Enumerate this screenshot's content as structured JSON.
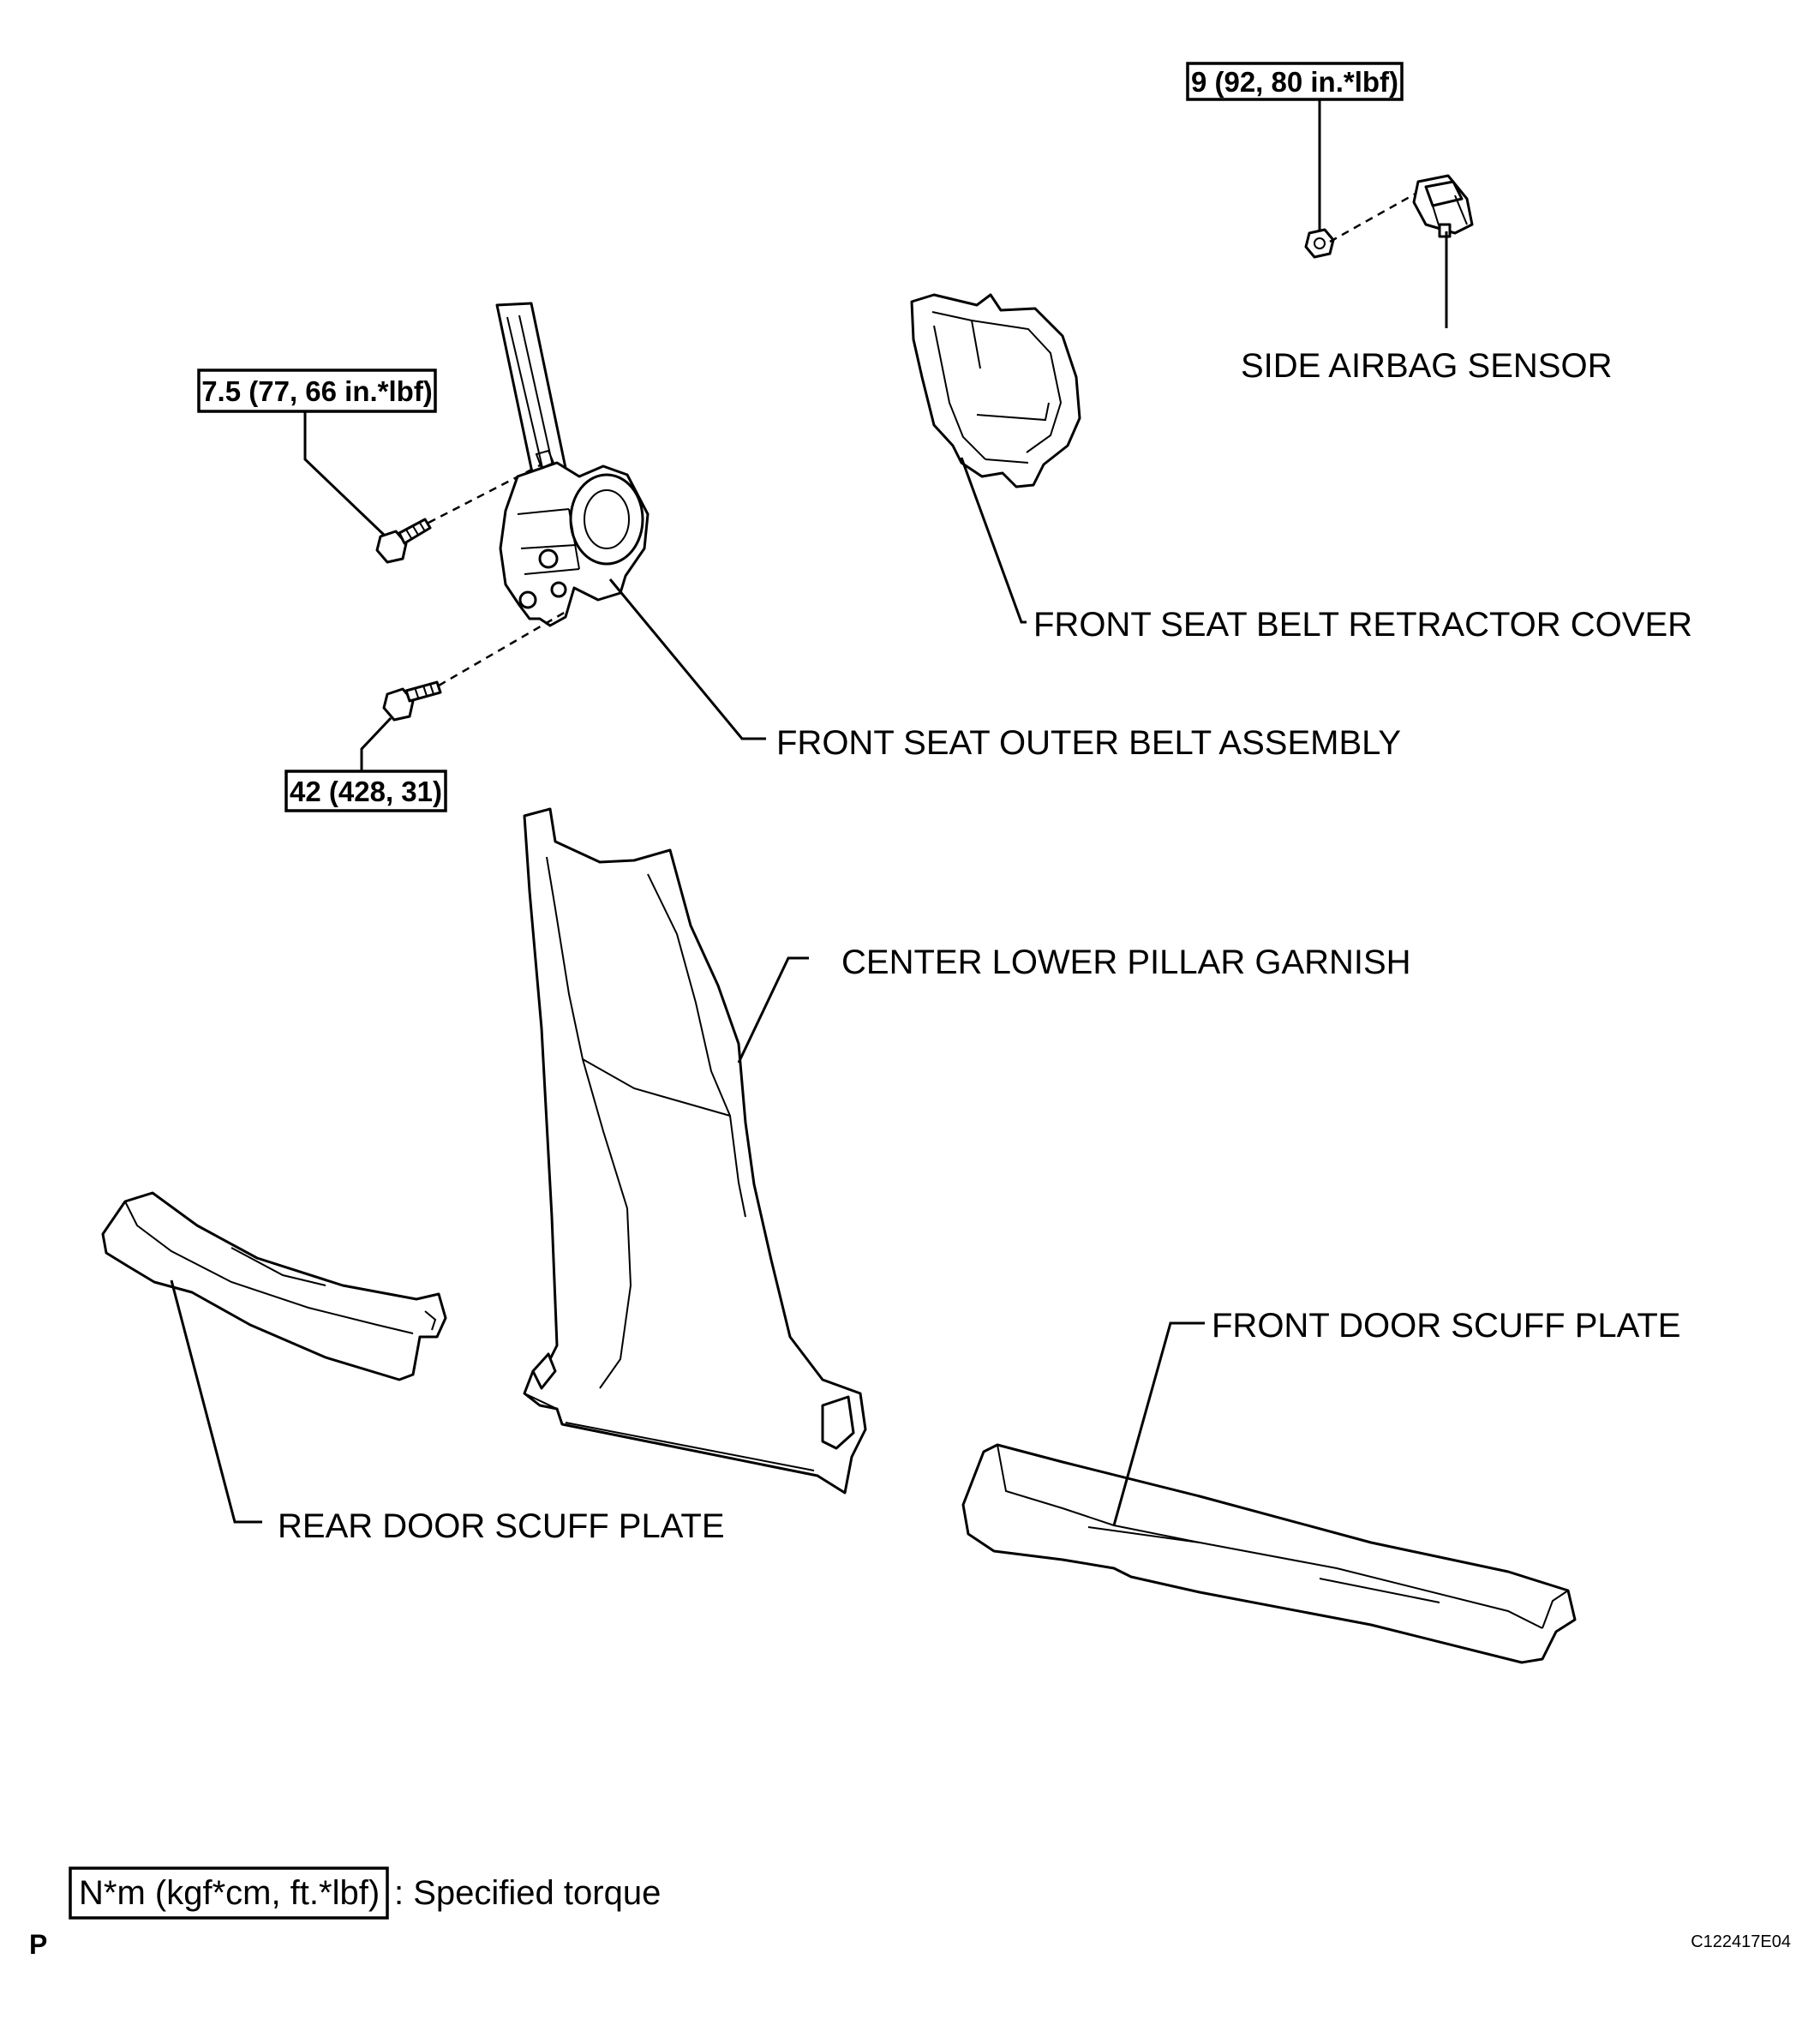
{
  "torque_specs": {
    "sensor_nut": "9 (92, 80 in.*lbf)",
    "upper_bolt": "7.5 (77, 66 in.*lbf)",
    "lower_bolt": "42 (428, 31)"
  },
  "parts": {
    "side_airbag_sensor": "SIDE AIRBAG SENSOR",
    "retractor_cover": "FRONT SEAT BELT RETRACTOR COVER",
    "outer_belt_assembly": "FRONT SEAT OUTER BELT ASSEMBLY",
    "center_lower_pillar_garnish": "CENTER LOWER PILLAR GARNISH",
    "front_door_scuff_plate": "FRONT DOOR SCUFF PLATE",
    "rear_door_scuff_plate": "REAR DOOR SCUFF PLATE"
  },
  "legend": {
    "unit_box": "N*m (kgf*cm, ft.*lbf)",
    "description": ": Specified torque"
  },
  "footer": {
    "section_letter": "P",
    "figure_code": "C122417E04"
  }
}
